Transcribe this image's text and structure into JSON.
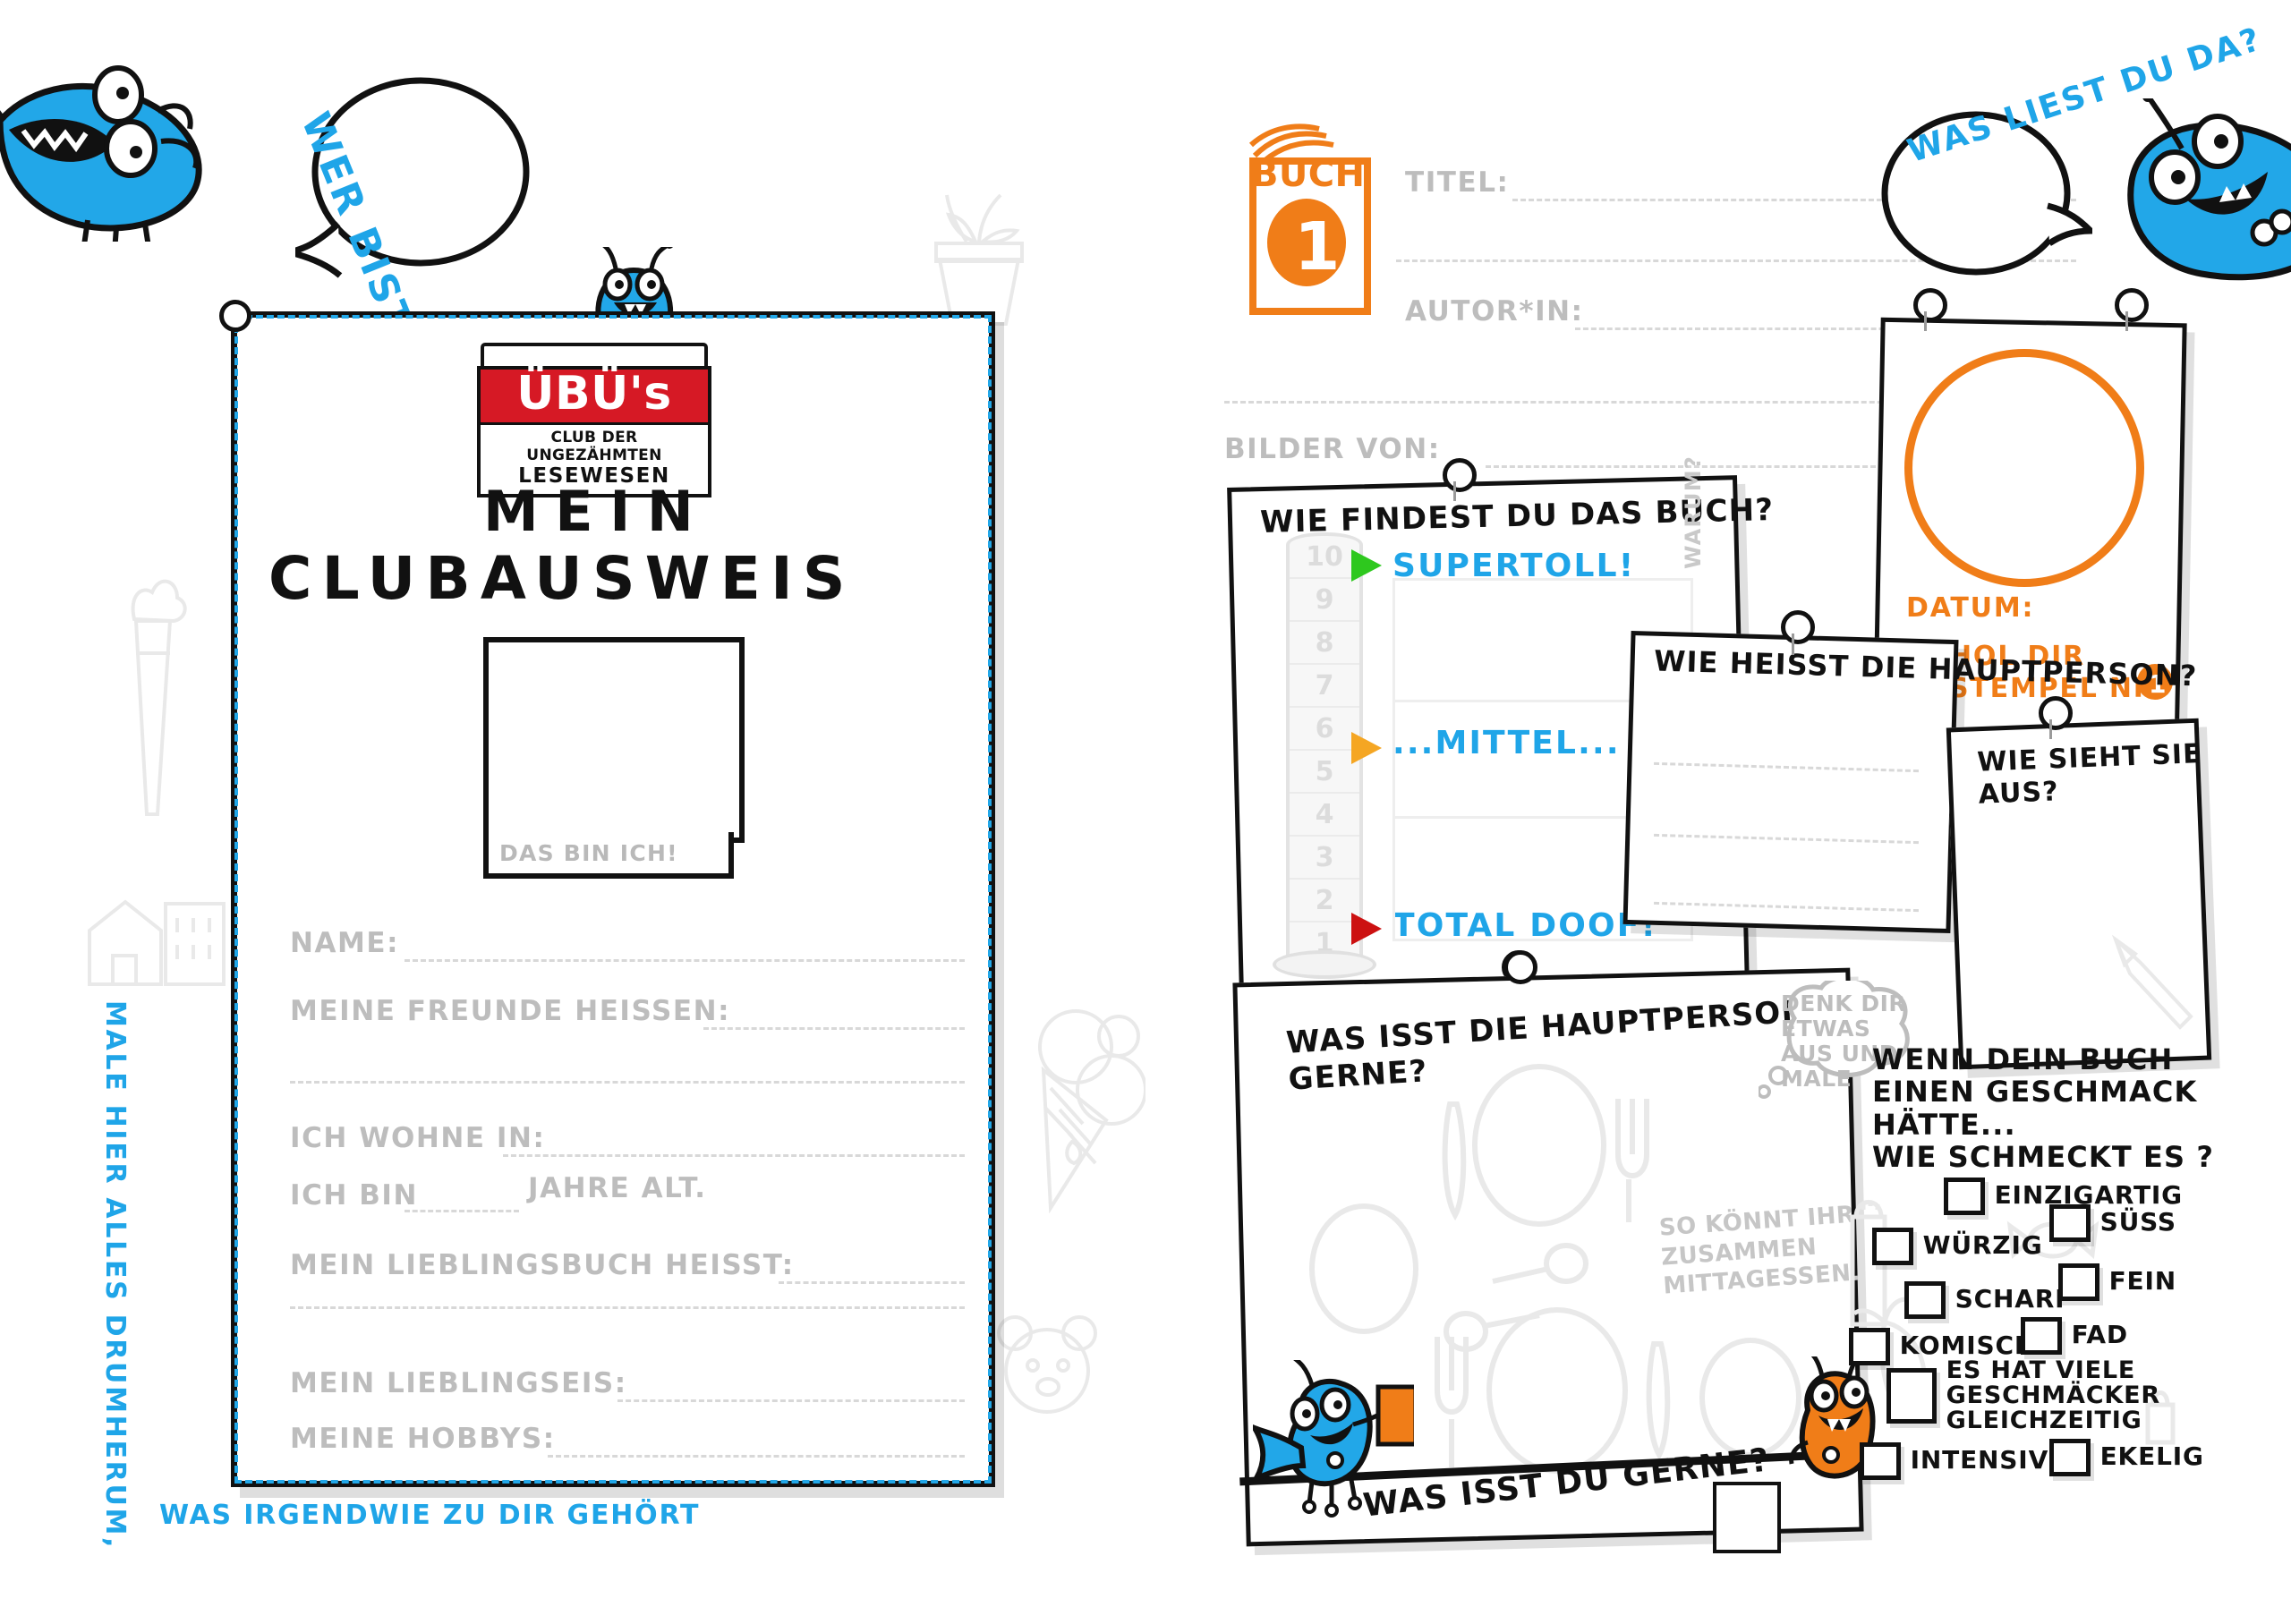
{
  "left_panel": {
    "speech_bubble": "WER BIST DU?",
    "logo": {
      "brand": "ÜBÜ's",
      "line1": "CLUB DER UNGEZÄHMTEN",
      "line2": "LESEWESEN"
    },
    "title_line1": "MEIN",
    "title_line2": "CLUBAUSWEIS",
    "photo_caption": "DAS BIN ICH!",
    "fields": [
      {
        "label": "NAME:"
      },
      {
        "label": "MEINE FREUNDE HEISSEN:"
      },
      {
        "label": "ICH WOHNE IN:"
      },
      {
        "label": "ICH BIN"
      },
      {
        "label": "JAHRE ALT."
      },
      {
        "label": "MEIN LIEBLINGSBUCH HEISST:"
      },
      {
        "label": "MEIN LIEBLINGSEIS:"
      },
      {
        "label": "MEINE HOBBYS:"
      }
    ],
    "note_vertical": "MALE HIER ALLES DRUMHERUM,",
    "note_horizontal": "WAS IRGENDWIE ZU DIR GEHÖRT"
  },
  "right_panel": {
    "book_badge": {
      "label": "BUCH",
      "number": "1"
    },
    "book_fields": [
      {
        "label": "TITEL:"
      },
      {
        "label": "AUTOR*IN:"
      },
      {
        "label": "BILDER VON:"
      }
    ],
    "speech_bubble": "WAS LIEST DU DA?",
    "rating_card": {
      "question": "WIE FINDEST DU DAS BUCH?",
      "scale": [
        "10",
        "9",
        "8",
        "7",
        "6",
        "5",
        "4",
        "3",
        "2",
        "1"
      ],
      "labels": {
        "top": "SUPERTOLL!",
        "middle": "...MITTEL...",
        "bottom": "TOTAL DOOF!"
      },
      "side_label": "WARUM?",
      "colors": {
        "top": "#2ec81e",
        "middle": "#f5a623",
        "bottom": "#cc1111"
      }
    },
    "hero_name_card": {
      "question": "WIE HEISST DIE HAUPTPERSON?"
    },
    "stamp_card": {
      "date_label": "DATUM:",
      "cta_line1": "HOL DIR",
      "cta_line2": "STEMPEL NR.",
      "cta_number": "1"
    },
    "hero_look_card": {
      "question": "WIE SIEHT SIE AUS?"
    },
    "meal_card": {
      "question_line1": "WAS ISST DIE HAUPTPERSON",
      "question_line2": "GERNE?",
      "thought_bubble": "DENK DIR ETWAS AUS UND MALE",
      "hint": "SO KÖNNT IHR ZUSAMMEN MITTAGESSEN.",
      "bottom_question": "WAS ISST DU GERNE?"
    },
    "taste_card": {
      "question_line1": "WENN DEIN BUCH",
      "question_line2": "EINEN GESCHMACK",
      "question_line3": "HÄTTE...",
      "question_line4": "WIE SCHMECKT ES ?",
      "options": [
        "EINZIGARTIG",
        "WÜRZIG",
        "SÜSS",
        "SCHARF",
        "FEIN",
        "KOMISCH",
        "FAD",
        "ES HAT VIELE GESCHMÄCKER GLEICHZEITIG",
        "INTENSIV",
        "EKELIG"
      ]
    }
  },
  "colors": {
    "brand_blue": "#1fa5e8",
    "brand_orange": "#f07d18",
    "brand_red": "#d61925",
    "ink": "#111111",
    "faint": "#bdbdbd"
  }
}
